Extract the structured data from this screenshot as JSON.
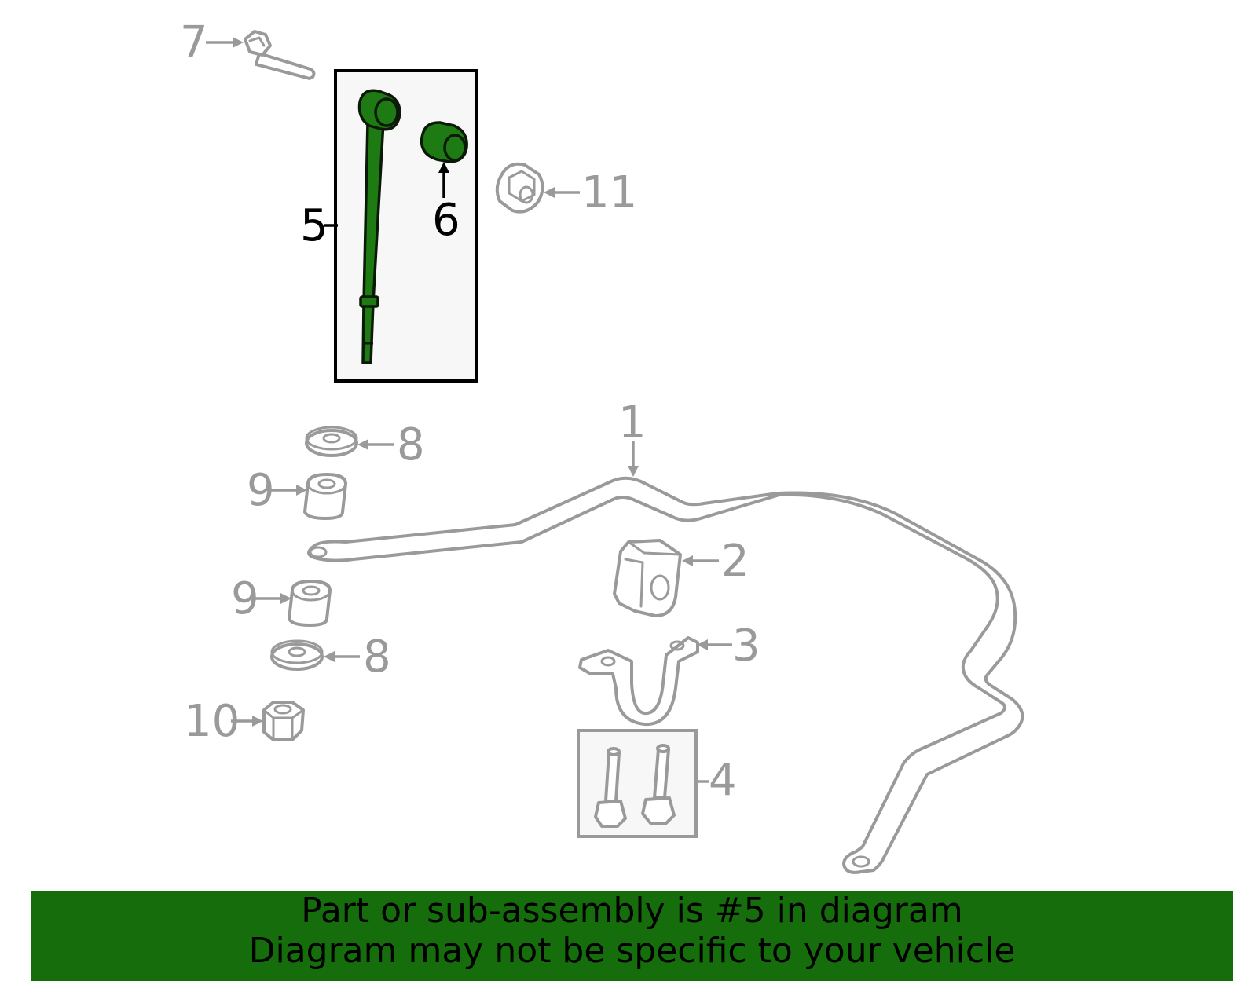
{
  "colors": {
    "highlight": "#1e7a12",
    "banner": "#156d0b",
    "callout_grey": "#9a9a9a",
    "callout_active": "#000000"
  },
  "callouts": {
    "c1": "1",
    "c2": "2",
    "c3": "3",
    "c4": "4",
    "c5": "5",
    "c6": "6",
    "c7": "7",
    "c8a": "8",
    "c8b": "8",
    "c9a": "9",
    "c9b": "9",
    "c10": "10",
    "c11": "11"
  },
  "banner": {
    "line1": "Part or sub-assembly is #5 in diagram",
    "line2": "Diagram may not be specific to your vehicle"
  }
}
